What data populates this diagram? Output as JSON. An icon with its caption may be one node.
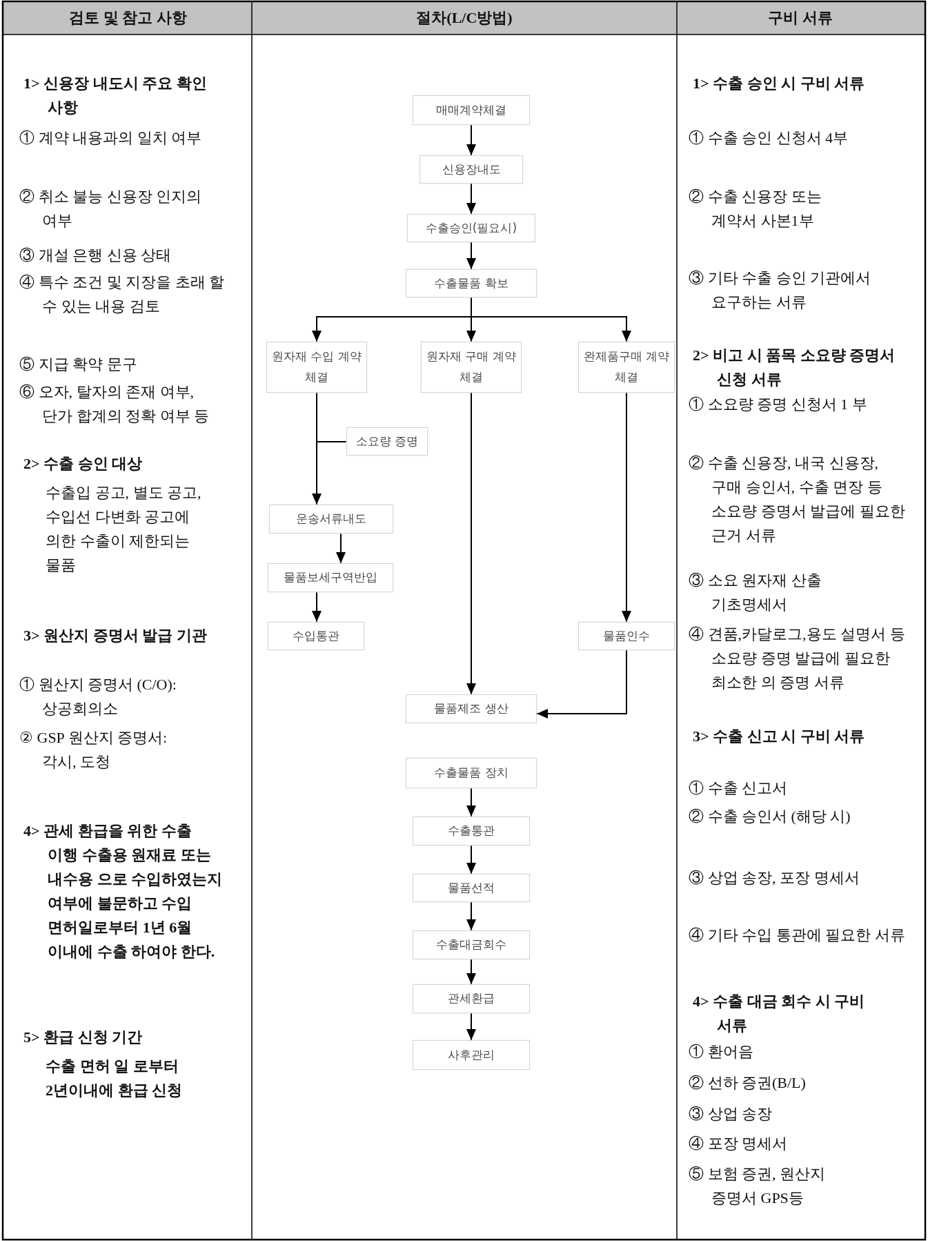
{
  "diagram": {
    "nodes": [
      {
        "text": [
          "매매계약체결"
        ]
      },
      {
        "text": [
          "신용장내도"
        ]
      },
      {
        "text": [
          "수출승인(필요시)"
        ]
      },
      {
        "text": [
          "수출물품 확보"
        ]
      },
      {
        "text": [
          "원자재 수입 계약체결"
        ]
      },
      {
        "text": [
          "원자재 구매 계약체결"
        ]
      },
      {
        "text": [
          "완제품구매 계약체결"
        ]
      },
      {
        "text": [
          "소요량 증명"
        ]
      },
      {
        "text": [
          "운송서류내도"
        ]
      },
      {
        "text": [
          "물품보세구역반입"
        ]
      },
      {
        "text": [
          "수입통관"
        ]
      },
      {
        "text": [
          "물품인수"
        ]
      },
      {
        "text": [
          "물품제조 생산"
        ]
      },
      {
        "text": [
          "수출물품 장치"
        ]
      },
      {
        "text": [
          "수출통관"
        ]
      },
      {
        "text": [
          "물품선적"
        ]
      },
      {
        "text": [
          "수출대금회수"
        ]
      },
      {
        "text": [
          "관세환급"
        ]
      },
      {
        "text": [
          "사후관리"
        ]
      }
    ],
    "edges": [
      {
        "from": 0,
        "to": 1,
        "arrow": "to"
      },
      {
        "from": 1,
        "to": 2,
        "arrow": "to"
      },
      {
        "from": 2,
        "to": 3,
        "arrow": "to"
      },
      {
        "from": 3,
        "to": 4,
        "arrow": "to"
      },
      {
        "from": 3,
        "to": 5,
        "arrow": "to"
      },
      {
        "from": 3,
        "to": 6,
        "arrow": "to"
      },
      {
        "from": 4,
        "to": 8,
        "arrow": "to"
      },
      {
        "from": 7,
        "to": null,
        "arrow": "none"
      },
      {
        "from": 8,
        "to": 9,
        "arrow": "to"
      },
      {
        "from": 9,
        "to": 10,
        "arrow": "to"
      },
      {
        "from": 6,
        "to": 11,
        "arrow": "to"
      },
      {
        "from": 5,
        "to": 12,
        "arrow": "to"
      },
      {
        "from": 11,
        "to": 12,
        "arrow": "to"
      },
      {
        "from": 13,
        "to": 14,
        "arrow": "to"
      },
      {
        "from": 14,
        "to": 15,
        "arrow": "to"
      },
      {
        "from": 15,
        "to": 16,
        "arrow": "to"
      },
      {
        "from": 16,
        "to": 17,
        "arrow": "to"
      },
      {
        "from": 17,
        "to": 18,
        "arrow": "to"
      }
    ],
    "labels": [
      "검토 및 참고 사항",
      "절차(L/C방법)",
      "구비 서류",
      "1> 신용장 내도시 주요 확인 사항",
      "① 계약 내용과의 일치 여부",
      "② 취소 불능 신용장 인지의 여부",
      "③ 개설 은행 신용 상태",
      "④ 특수 조건 및 지장을 초래 할 수 있는 내용 검토",
      "⑤ 지급 확약 문구",
      "⑥ 오자, 탈자의 존재 여부, 단가 합계의 정확 여부 등",
      "2> 수출 승인 대상",
      "수출입 공고, 별도 공고, 수입선 다변화 공고에 의한 수출이 제한되는 물품",
      "3> 원산지 증명서 발급 기관",
      "① 원산지 증명서 (C/O):상공회의소",
      "② GSP 원산지 증명서: 각시, 도청",
      "4> 관세 환급을 위한 수출 이행 수출용 원재료 또는 내수용 으로 수입하였는지 여부에 불문하고 수입 면허일로부터 1년 6월 이내에 수출 하여야 한다.",
      "5> 환급 신청 기간",
      "수출 면허 일 로부터 2년이내에 환급 신청",
      "1> 수출 승인 시 구비 서류",
      "① 수출 승인 신청서 4부",
      "② 수출 신용장 또는 계약서 사본1부",
      "③ 기타 수출 승인 기관에서 요구하는 서류",
      "2> 비고 시 품목 소요량 증명서 신청 서류",
      "① 소요량 증명 신청서 1 부",
      "② 수출 신용장, 내국 신용장, 구매 승인서, 수출 면장 등 소요량 증명서 발급에 필요한 근거 서류",
      "③ 소요 원자재 산출 기초명세서",
      "④ 견품,카달로그,용도 설명서 등 소요량 증명 발급에 필요한 최소한 의 증명 서류",
      "3> 수출 신고 시 구비 서류",
      "① 수출 신고서",
      "② 수출 승인서 (해당 시)",
      "③ 상업 송장, 포장 명세서",
      "④ 기타 수입 통관에 필요한 서류",
      "4> 수출 대금 회수 시 구비 서류",
      "① 환어음",
      "② 선하 증권(B/L)",
      "③ 상업 송장",
      "④ 포장 명세서",
      "⑤ 보험 증권, 원산지 증명서 GPS등"
    ]
  }
}
